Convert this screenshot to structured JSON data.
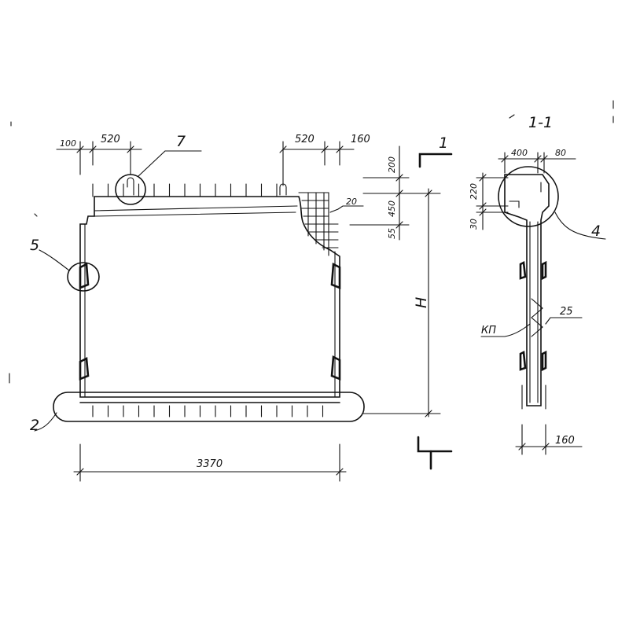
{
  "section_title": "1-1",
  "section_mark": "1",
  "labels": {
    "callout_top": "7",
    "callout_left": "5",
    "callout_section": "4",
    "callout_bottom": "2",
    "height": "H",
    "kp": "КП",
    "bar_25": "25"
  },
  "dims": {
    "top_left_edge": "100",
    "top_left_spacing": "520",
    "top_right_spacing": "520",
    "top_right_edge": "160",
    "right_200": "200",
    "right_450": "450",
    "right_55": "55",
    "right_20": "20",
    "width": "3370",
    "sec_top_400": "400",
    "sec_top_80": "80",
    "sec_220": "220",
    "sec_30": "30",
    "sec_bottom_160": "160"
  }
}
